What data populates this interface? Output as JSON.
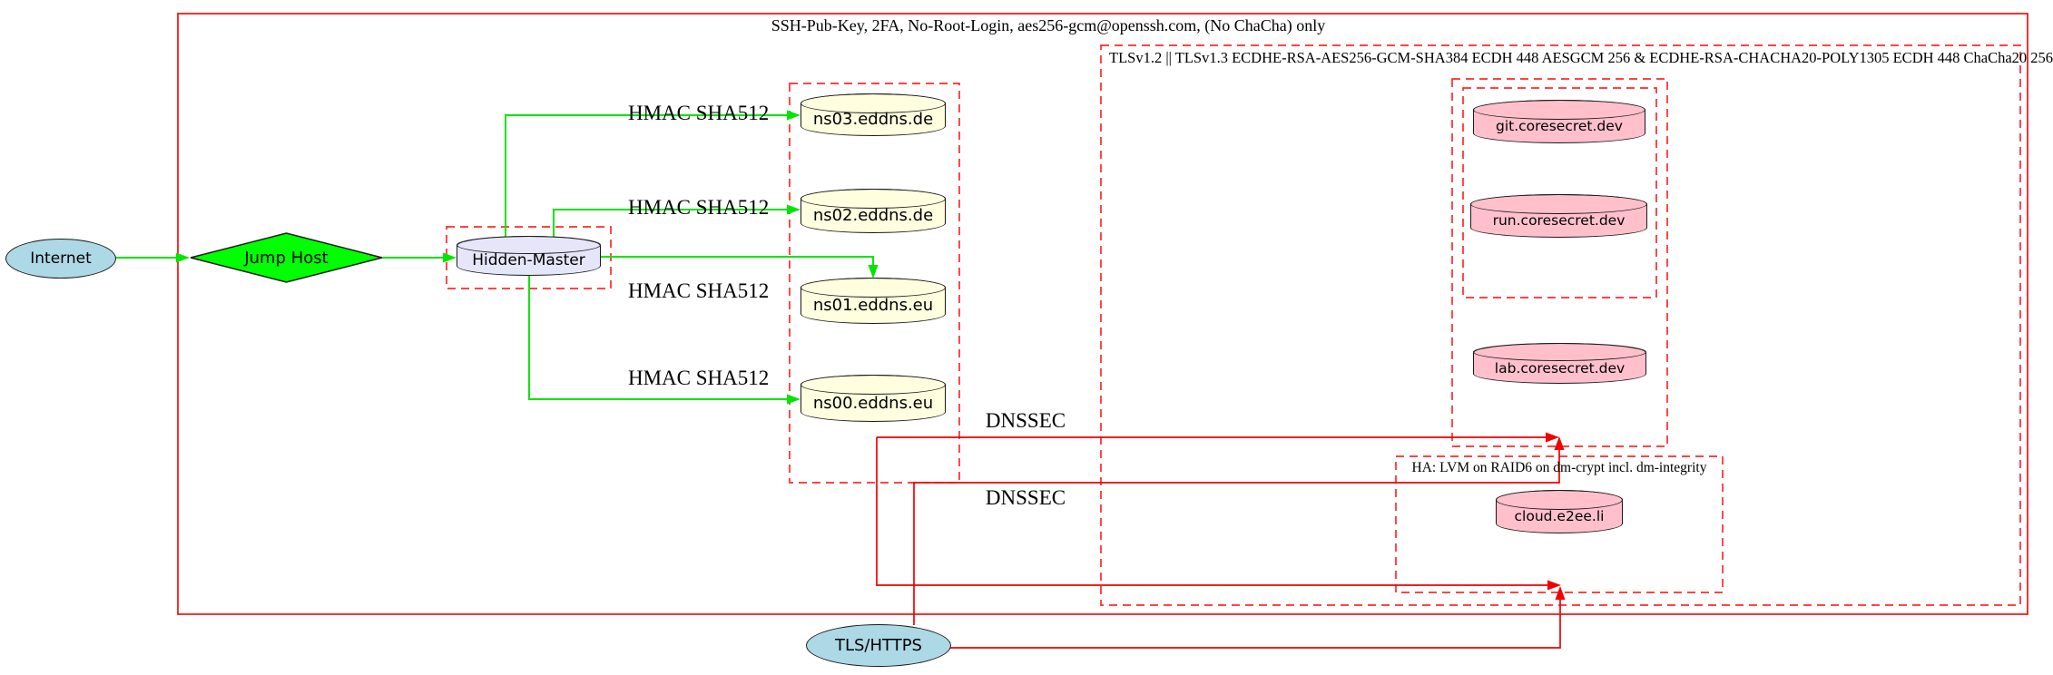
{
  "clusters": {
    "ssh": {
      "label": "SSH-Pub-Key, 2FA, No-Root-Login, aes256-gcm@openssh.com, (No ChaCha) only"
    },
    "tls": {
      "label": "TLSv1.2 || TLSv1.3 ECDHE-RSA-AES256-GCM-SHA384 ECDH 448 AESGCM 256 & ECDHE-RSA-CHACHA20-POLY1305 ECDH 448 ChaCha20 256"
    },
    "ha": {
      "label": "HA: LVM on RAID6 on dm-crypt incl. dm-integrity"
    }
  },
  "nodes": {
    "internet": {
      "label": "Internet",
      "shape": "ellipse",
      "fill": "#add8e6"
    },
    "jump_host": {
      "label": "Jump Host",
      "shape": "diamond",
      "fill": "#00ff00"
    },
    "hidden_master": {
      "label": "Hidden-Master",
      "shape": "cylinder",
      "fill": "#e6e6fa"
    },
    "ns03": {
      "label": "ns03.eddns.de",
      "shape": "cylinder",
      "fill": "#ffffe0"
    },
    "ns02": {
      "label": "ns02.eddns.de",
      "shape": "cylinder",
      "fill": "#ffffe0"
    },
    "ns01": {
      "label": "ns01.eddns.eu",
      "shape": "cylinder",
      "fill": "#ffffe0"
    },
    "ns00": {
      "label": "ns00.eddns.eu",
      "shape": "cylinder",
      "fill": "#ffffe0"
    },
    "git": {
      "label": "git.coresecret.dev",
      "shape": "cylinder",
      "fill": "#ffc0cb"
    },
    "run": {
      "label": "run.coresecret.dev",
      "shape": "cylinder",
      "fill": "#ffc0cb"
    },
    "lab": {
      "label": "lab.coresecret.dev",
      "shape": "cylinder",
      "fill": "#ffc0cb"
    },
    "cloud": {
      "label": "cloud.e2ee.li",
      "shape": "cylinder",
      "fill": "#ffc0cb"
    },
    "tls_https": {
      "label": "TLS/HTTPS",
      "shape": "ellipse",
      "fill": "#add8e6"
    }
  },
  "edge_labels": {
    "hmac": "HMAC SHA512",
    "dnssec": "DNSSEC"
  },
  "edges": [
    {
      "from": "Internet",
      "to": "Jump Host",
      "color": "green"
    },
    {
      "from": "Jump Host",
      "to": "Hidden-Master",
      "color": "green"
    },
    {
      "from": "Hidden-Master",
      "to": "ns03.eddns.de",
      "label": "HMAC SHA512",
      "color": "green"
    },
    {
      "from": "Hidden-Master",
      "to": "ns02.eddns.de",
      "label": "HMAC SHA512",
      "color": "green"
    },
    {
      "from": "Hidden-Master",
      "to": "ns01.eddns.eu",
      "label": "HMAC SHA512",
      "color": "green"
    },
    {
      "from": "Hidden-Master",
      "to": "ns00.eddns.eu",
      "label": "HMAC SHA512",
      "color": "green"
    },
    {
      "from": "ns00.eddns.eu",
      "to": "coresecret cluster",
      "label": "DNSSEC",
      "color": "red"
    },
    {
      "from": "ns00.eddns.eu",
      "to": "HA cluster",
      "label": "DNSSEC",
      "color": "red"
    },
    {
      "from": "TLS/HTTPS",
      "to": "coresecret cluster",
      "color": "red"
    },
    {
      "from": "TLS/HTTPS",
      "to": "HA cluster",
      "color": "red"
    }
  ],
  "colors": {
    "secure_green": "#00ff00",
    "alert_red": "#ff0000",
    "dashed_red": "#ff2a2a",
    "node_border": "#1a1a1a"
  }
}
